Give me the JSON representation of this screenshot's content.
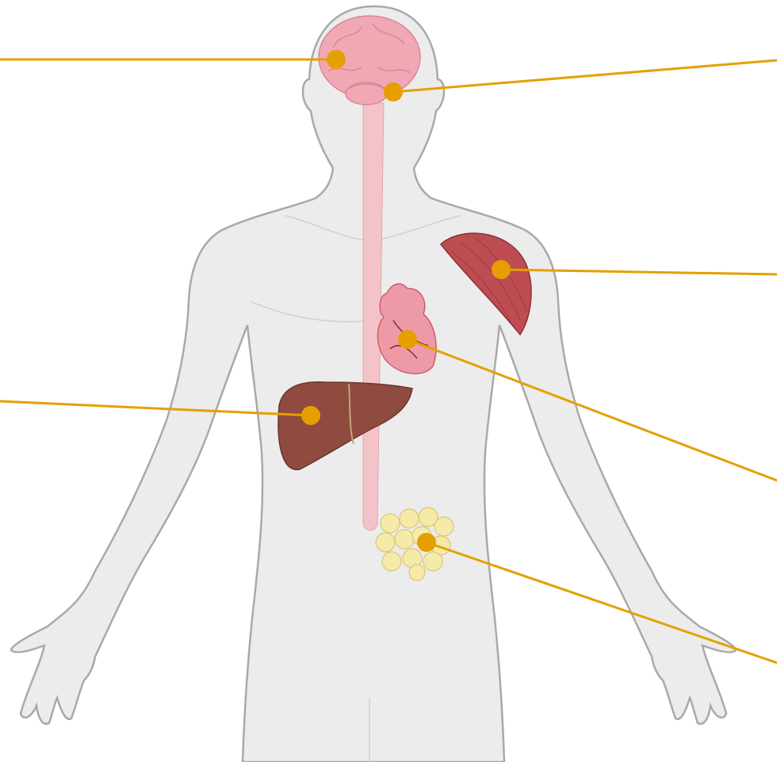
{
  "colors": {
    "background": "#ffffff",
    "body_fill": "#ececec",
    "body_stroke": "#a9a9a9",
    "callout": "#e5a000",
    "brain": "#f0a8b4",
    "spinal_cord": "#f4c3ca",
    "muscle": "#bd4d52",
    "heart": "#ee9aa6",
    "liver": "#8f4b40",
    "adipose": "#f6eaa8"
  },
  "organs": [
    {
      "id": "brain",
      "icon": "brain-icon"
    },
    {
      "id": "brainstem",
      "icon": "brainstem-icon"
    },
    {
      "id": "skeletal-muscle",
      "icon": "muscle-icon"
    },
    {
      "id": "heart",
      "icon": "heart-icon"
    },
    {
      "id": "liver",
      "icon": "liver-icon"
    },
    {
      "id": "adipose-tissue",
      "icon": "fat-cells-icon"
    }
  ]
}
